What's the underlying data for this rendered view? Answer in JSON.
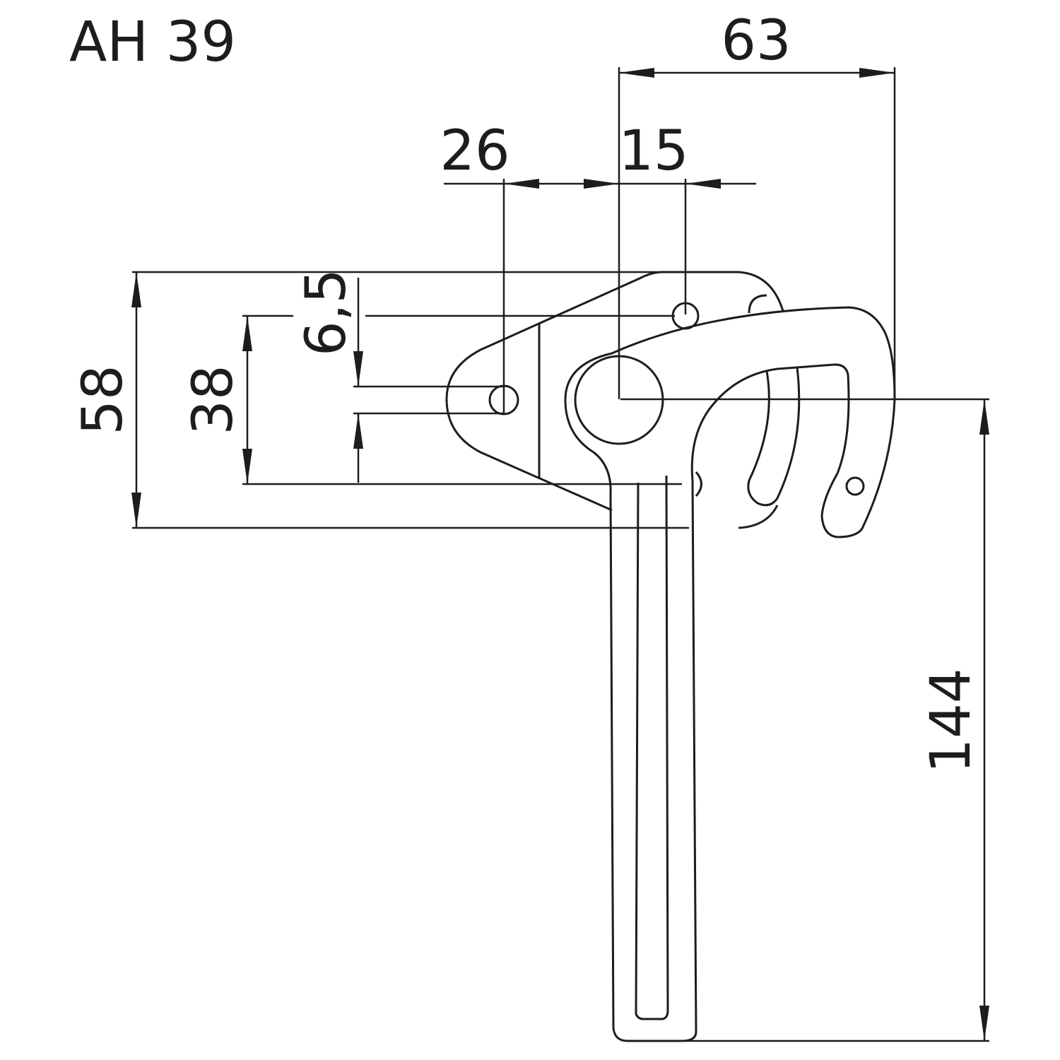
{
  "title": "AH 39",
  "dimensions": {
    "width_total": "63",
    "offset_left": "26",
    "offset_right": "15",
    "height_plate": "58",
    "hole_spacing": "38",
    "hole_diameter": "6,5",
    "handle_length": "144"
  },
  "colors": {
    "line": "#1d1d1b",
    "background": "#ffffff"
  }
}
